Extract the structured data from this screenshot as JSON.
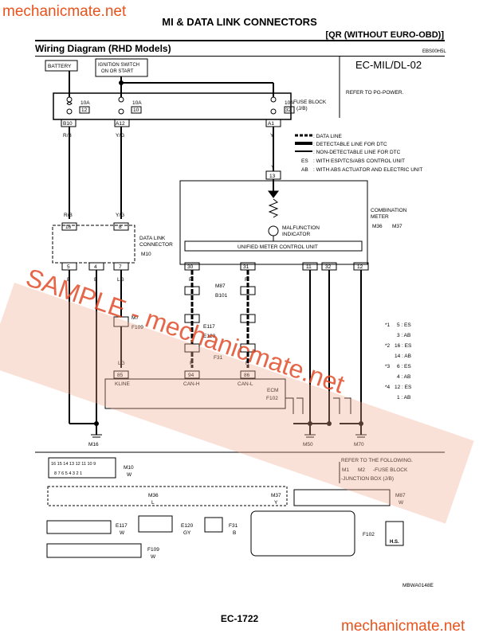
{
  "watermark": {
    "top": "mechanicmate.net",
    "bottom": "mechanicmate.net",
    "sample": "SAMPLE - mechanicmate.net"
  },
  "header": {
    "title": "MI & DATA LINK CONNECTORS",
    "subtitle": "[QR (WITHOUT EURO-OBD)]",
    "section": "Wiring Diagram (RHD Models)",
    "ref_code": "EBS00H5L",
    "diagram_code": "EC-MIL/DL-02"
  },
  "top": {
    "battery": "BATTERY",
    "ignition": "IGNITION SWITCH ON OR START",
    "fuse_block": "FUSE BLOCK (J/B)",
    "fuse_refs": [
      "M1",
      "M2"
    ],
    "refer_power": "REFER TO PG-POWER.",
    "fuses": [
      {
        "amp": "10A",
        "num": "12",
        "term": "B10"
      },
      {
        "amp": "10A",
        "num": "10",
        "term": "A12"
      },
      {
        "amp": "10A",
        "num": "32",
        "term": "A1"
      }
    ],
    "wire_colors": [
      "R/B",
      "Y/G",
      "Y"
    ]
  },
  "legend": {
    "data_line": ": DATA LINE",
    "dtc_line": ": DETECTABLE LINE FOR DTC",
    "non_dtc_line": ": NON-DETECTABLE LINE FOR DTC",
    "es": ": WITH ESP/TCS/ABS CONTROL UNIT",
    "ab": ": WITH ABS ACTUATOR AND ELECTRIC UNIT",
    "es_tag": "ES",
    "ab_tag": "AB"
  },
  "meter": {
    "label": "COMBINATION METER",
    "refs": [
      "M36",
      "M37"
    ],
    "mil": "MALFUNCTION INDICATOR",
    "umcu": "UNIFIED METER CONTROL UNIT",
    "pins": [
      "13",
      "30",
      "31",
      "11",
      "32",
      "12"
    ],
    "wires": [
      "Y",
      "P",
      "R"
    ]
  },
  "dlc": {
    "label": "DATA LINK CONNECTOR",
    "ref": "M10",
    "pins": [
      "16",
      "8",
      "5",
      "4",
      "7"
    ],
    "wires": [
      "R/B",
      "Y/G",
      "B",
      "B",
      "LG"
    ]
  },
  "junctions": {
    "m87": "M87",
    "b101": "B101",
    "e117": "E117",
    "e120": "E120",
    "f31": "F31",
    "f109": "F109",
    "m7": "M7",
    "es": "ES",
    "ab": "AB"
  },
  "ecm": {
    "label": "ECM",
    "ref": "F102",
    "pins": [
      "85",
      "94",
      "86"
    ],
    "pin_names": [
      "KLINE",
      "CAN-H",
      "CAN-L"
    ],
    "wires": [
      "LG",
      "P",
      "R"
    ]
  },
  "grounds": [
    "M16",
    "M50",
    "M70"
  ],
  "side_notes": [
    {
      "mark": "*1",
      "text": "5 : ES"
    },
    {
      "mark": "",
      "text": "3 : AB"
    },
    {
      "mark": "*2",
      "text": "16 : ES"
    },
    {
      "mark": "",
      "text": "14 : AB"
    },
    {
      "mark": "*3",
      "text": "6 : ES"
    },
    {
      "mark": "",
      "text": "4 : AB"
    },
    {
      "mark": "*4",
      "text": "12 : ES"
    },
    {
      "mark": "",
      "text": "1 : AB"
    }
  ],
  "connectors": {
    "m10": {
      "ref": "M10",
      "color": "W",
      "row1": [
        "16",
        "15",
        "14",
        "13",
        "12",
        "11",
        "10",
        "9"
      ],
      "row2": [
        "8",
        "7",
        "6",
        "5",
        "4",
        "3",
        "2",
        "1"
      ]
    },
    "m36": {
      "ref": "M36",
      "color": "L"
    },
    "m37": {
      "ref": "M37",
      "color": "Y"
    },
    "m87": {
      "ref": "M87",
      "color": "W"
    },
    "e117": {
      "ref": "E117",
      "color": "W"
    },
    "e120": {
      "ref": "E120",
      "color": "GY"
    },
    "f31": {
      "ref": "F31",
      "color": "B"
    },
    "f102": {
      "ref": "F102"
    },
    "f109": {
      "ref": "F109",
      "color": "W"
    },
    "refer": "REFER TO THE FOLLOWING.",
    "refer_fb": "-FUSE BLOCK -JUNCTION BOX (J/B)",
    "refer_refs": [
      "M1",
      "M2"
    ],
    "hs": "H.S."
  },
  "footer": {
    "code": "MBWA0148E",
    "page": "EC-1722"
  }
}
